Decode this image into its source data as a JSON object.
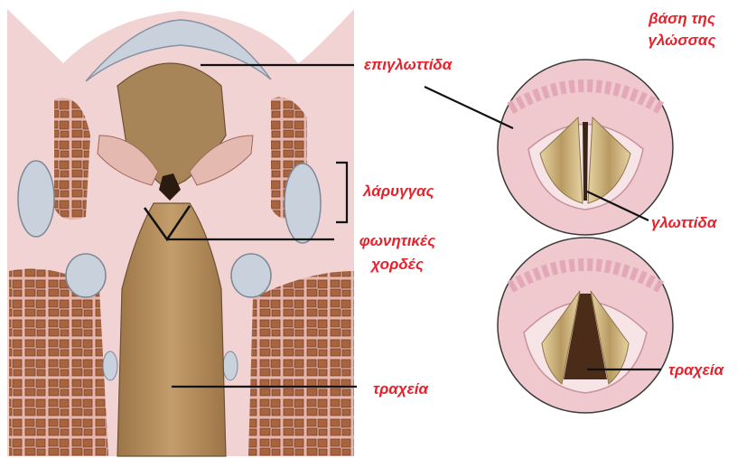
{
  "labels": {
    "epiglottis": "επιγλωττίδα",
    "tongue_base_line1": "βάση της",
    "tongue_base_line2": "γλώσσας",
    "larynx": "λάρυγγας",
    "vocal_cords_line1": "φωνητικές",
    "vocal_cords_line2": "χορδές",
    "glottis": "γλωττίδα",
    "trachea_left": "τραχεία",
    "trachea_right": "τραχεία"
  },
  "colors": {
    "label": "#e8202a",
    "leader_line": "#111111",
    "tissue_pink": "#eec3c6",
    "muscle_brown": "#a8643e",
    "airway_tan": "#b98f5e",
    "cartilage_gray": "#c9d2dc",
    "cord_cream": "#d8c190"
  }
}
